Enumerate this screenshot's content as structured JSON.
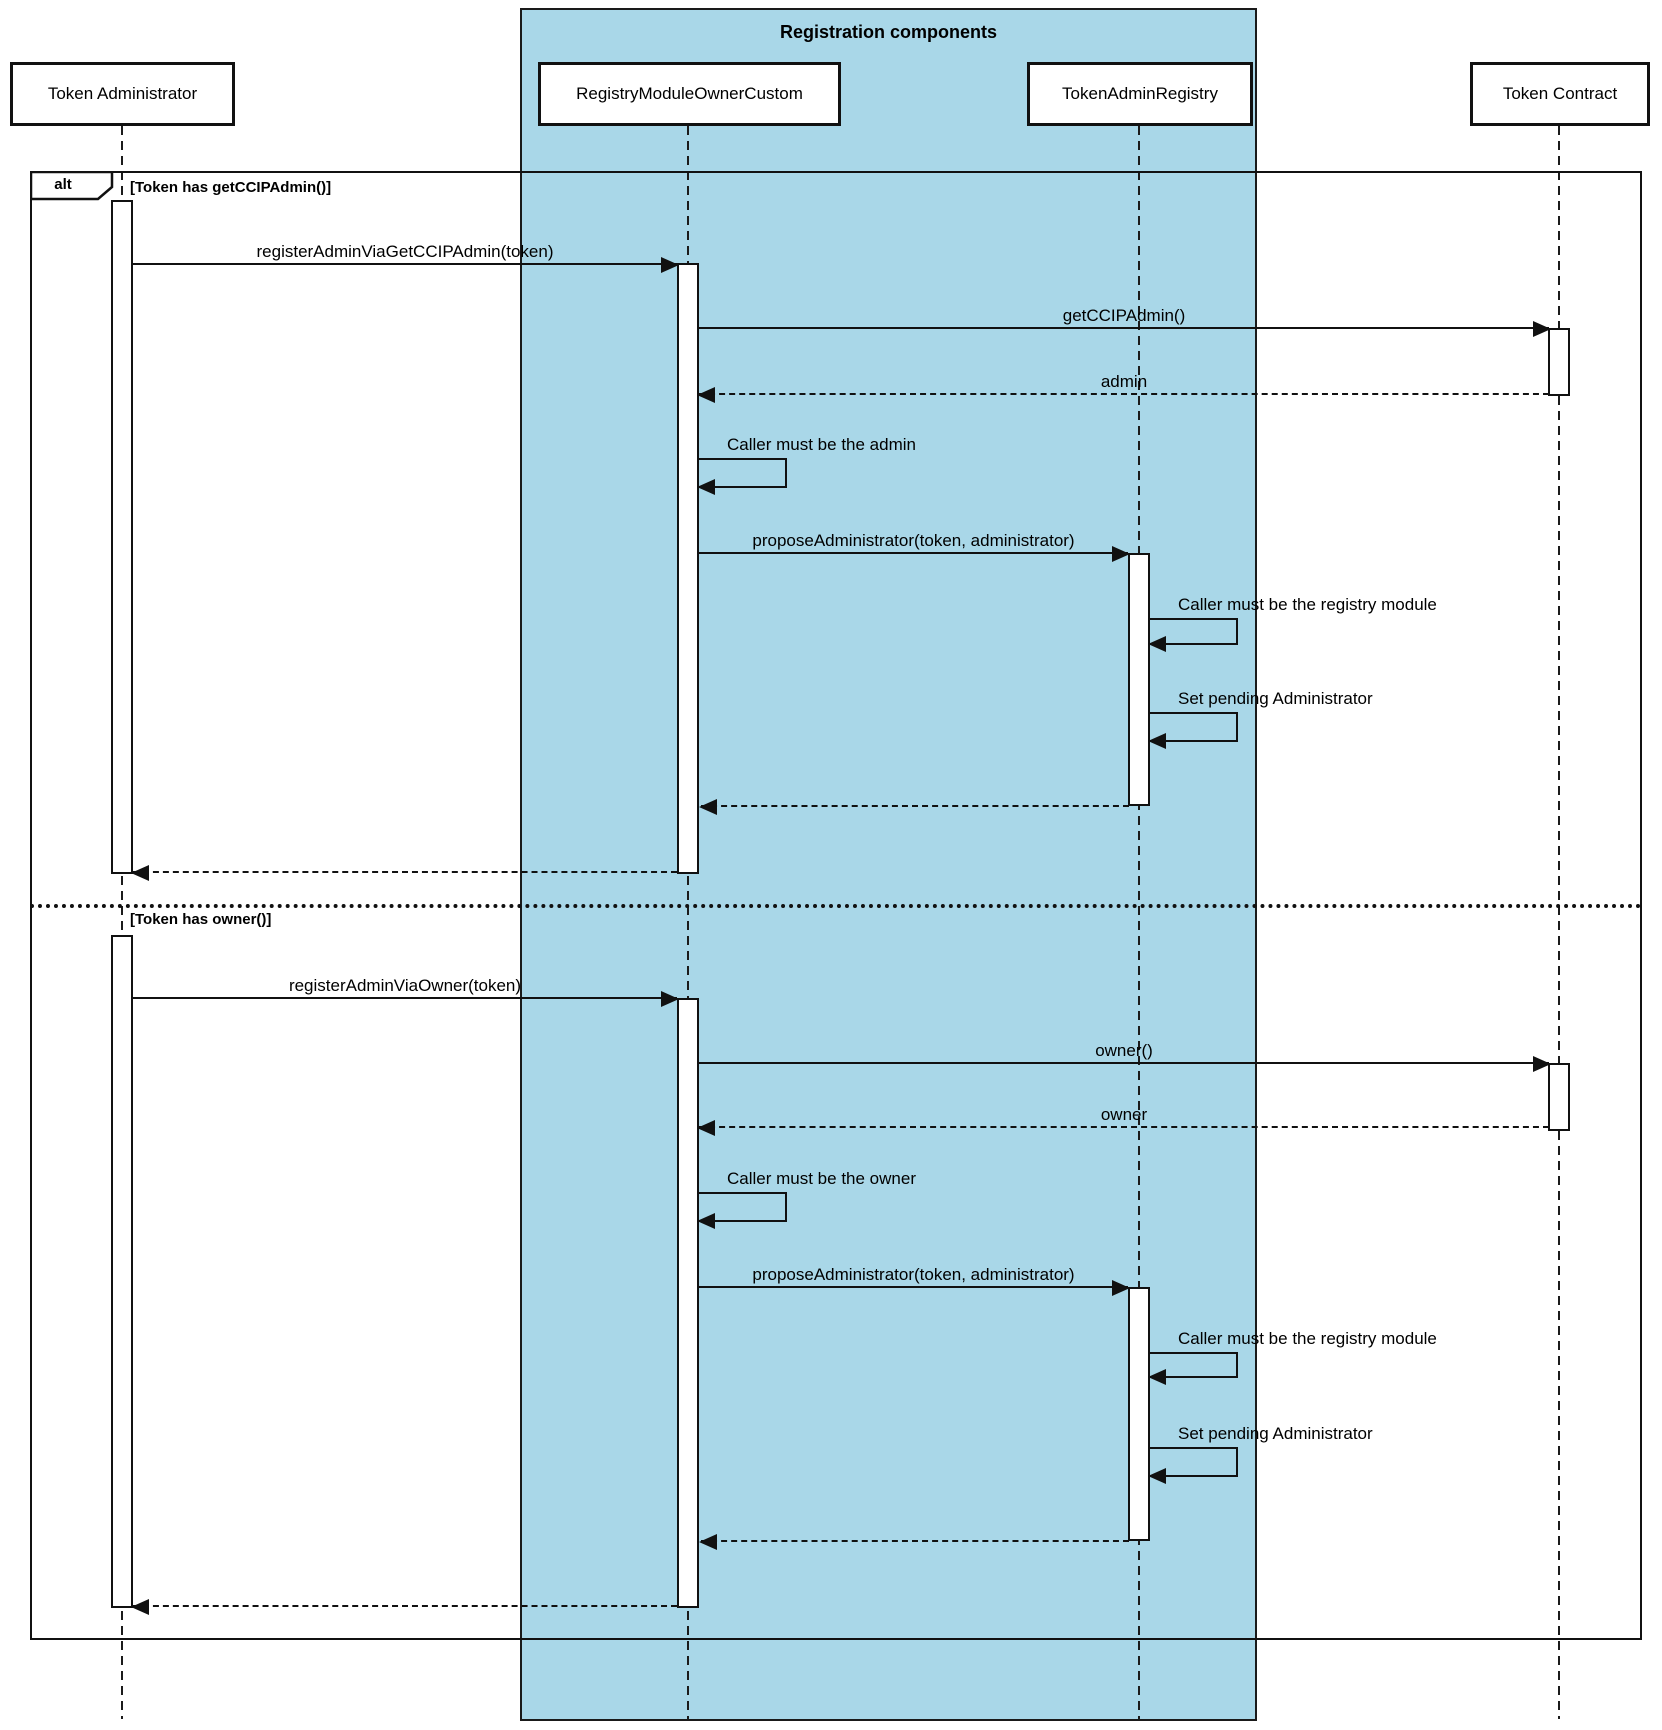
{
  "region": {
    "title": "Registration components",
    "fill": "#a9d7e8"
  },
  "frame": {
    "operator": "alt",
    "sections": [
      {
        "guard": "[Token has getCCIPAdmin()]"
      },
      {
        "guard": "[Token has owner()]"
      }
    ]
  },
  "participants": [
    {
      "label": "Token Administrator"
    },
    {
      "label": "RegistryModuleOwnerCustom"
    },
    {
      "label": "TokenAdminRegistry"
    },
    {
      "label": "Token Contract"
    }
  ],
  "section1": {
    "call_register": "registerAdminViaGetCCIPAdmin(token)",
    "call_getccipadmin": "getCCIPAdmin()",
    "return_admin": "admin",
    "self_caller_admin": "Caller must be the admin",
    "call_propose": "proposeAdministrator(token, administrator)",
    "self_caller_registry": "Caller must be the registry module",
    "self_set_pending": "Set pending Administrator"
  },
  "section2": {
    "call_register": "registerAdminViaOwner(token)",
    "call_owner": "owner()",
    "return_owner": "owner",
    "self_caller_owner": "Caller must be the owner",
    "call_propose": "proposeAdministrator(token, administrator)",
    "self_caller_registry": "Caller must be the registry module",
    "self_set_pending": "Set pending Administrator"
  }
}
